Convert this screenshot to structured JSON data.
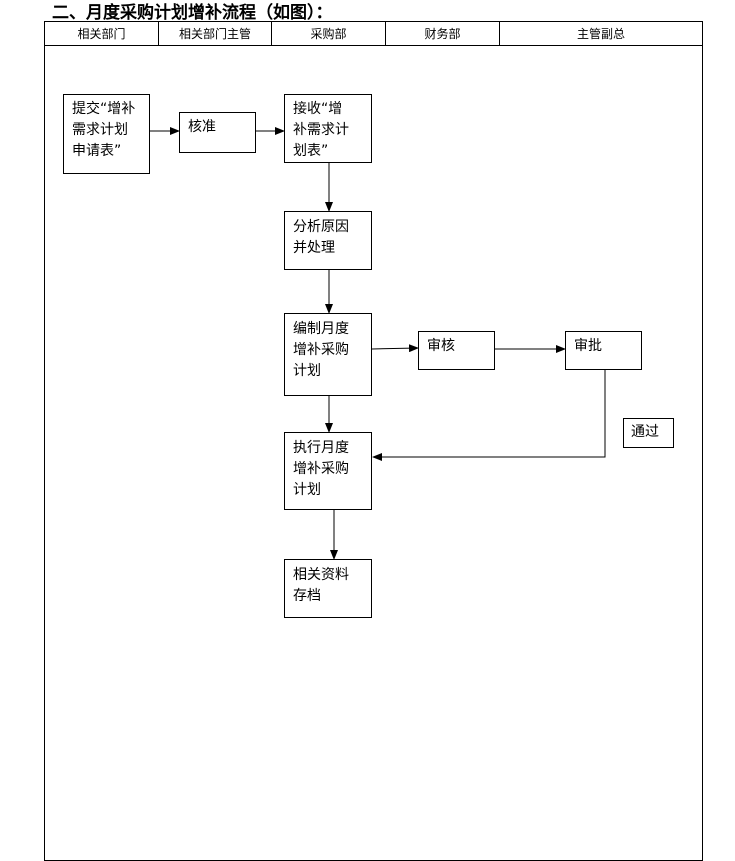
{
  "title": "二、月度采购计划增补流程（如图）：",
  "columns": [
    "相关部门",
    "相关部门主管",
    "采购部",
    "财务部",
    "主管副总"
  ],
  "nodes": {
    "submit": [
      "提交“增补",
      "需求计划",
      "申请表”"
    ],
    "approve": [
      "核准"
    ],
    "receive": [
      "接收“增",
      "补需求计",
      "划表”"
    ],
    "analyze": [
      "分析原因",
      "并处理"
    ],
    "compile": [
      "编制月度",
      "增补采购",
      "计划"
    ],
    "review": [
      "审核"
    ],
    "ratify": [
      "审批"
    ],
    "pass": [
      "通过"
    ],
    "execute": [
      "执行月度",
      "增补采购",
      "计划"
    ],
    "archive": [
      "相关资料",
      "存档"
    ]
  }
}
